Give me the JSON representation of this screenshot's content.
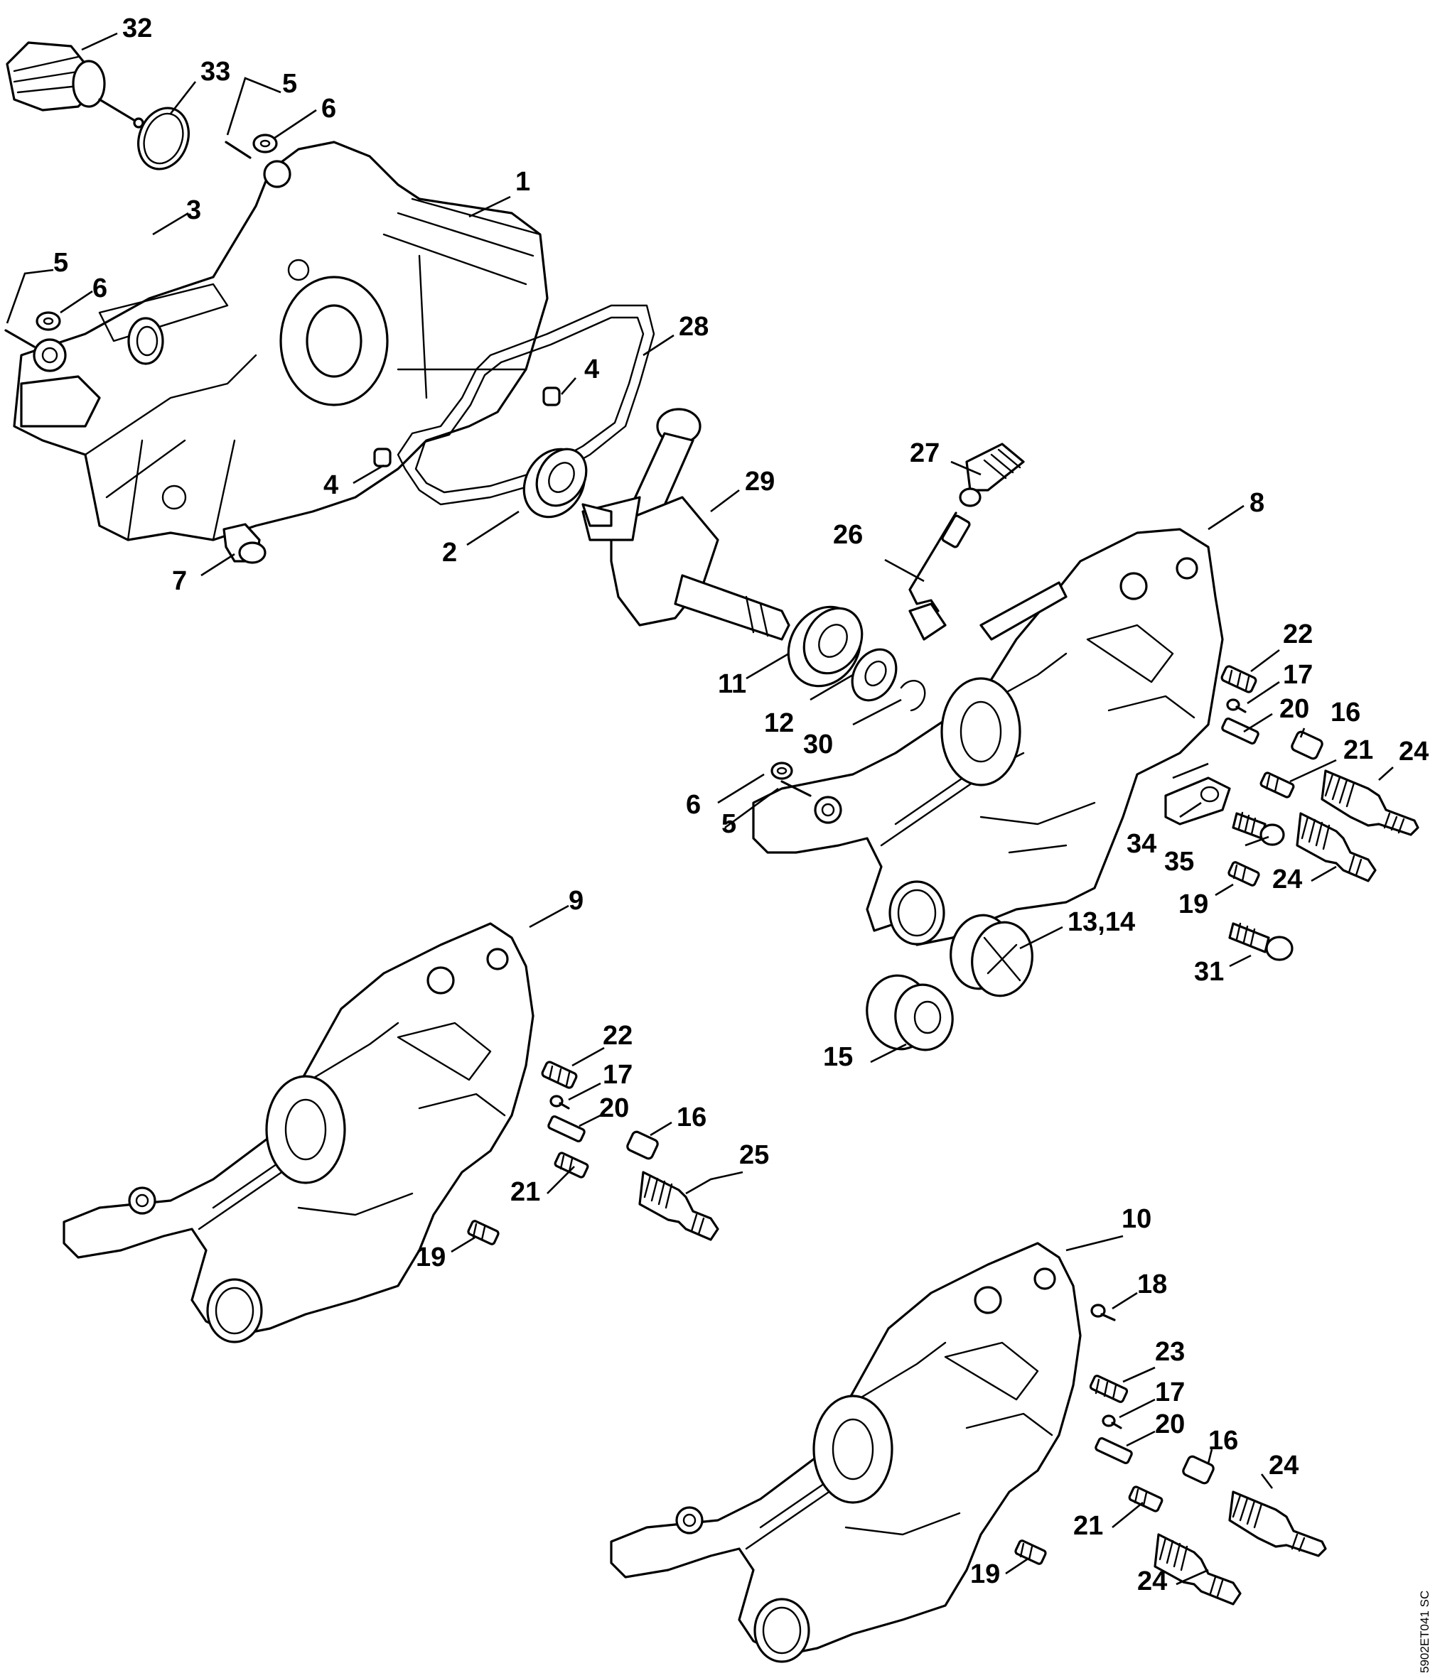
{
  "document_code": "5902ET041 SC",
  "callouts": {
    "c1": "1",
    "c2": "2",
    "c3": "3",
    "c4a": "4",
    "c4b": "4",
    "c5a": "5",
    "c5b": "5",
    "c5c": "5",
    "c6a": "6",
    "c6b": "6",
    "c6c": "6",
    "c7": "7",
    "c8": "8",
    "c9": "9",
    "c10": "10",
    "c11": "11",
    "c12": "12",
    "c13_14": "13,14",
    "c15": "15",
    "c16a": "16",
    "c16b": "16",
    "c16c": "16",
    "c17a": "17",
    "c17b": "17",
    "c17c": "17",
    "c18": "18",
    "c19a": "19",
    "c19b": "19",
    "c19c": "19",
    "c20a": "20",
    "c20b": "20",
    "c20c": "20",
    "c21a": "21",
    "c21b": "21",
    "c21c": "21",
    "c22a": "22",
    "c22b": "22",
    "c23": "23",
    "c24a": "24",
    "c24b": "24",
    "c24c": "24",
    "c24d": "24",
    "c25": "25",
    "c26": "26",
    "c27": "27",
    "c28": "28",
    "c29": "29",
    "c30": "30",
    "c31": "31",
    "c32": "32",
    "c33": "33",
    "c34": "34",
    "c35": "35"
  }
}
